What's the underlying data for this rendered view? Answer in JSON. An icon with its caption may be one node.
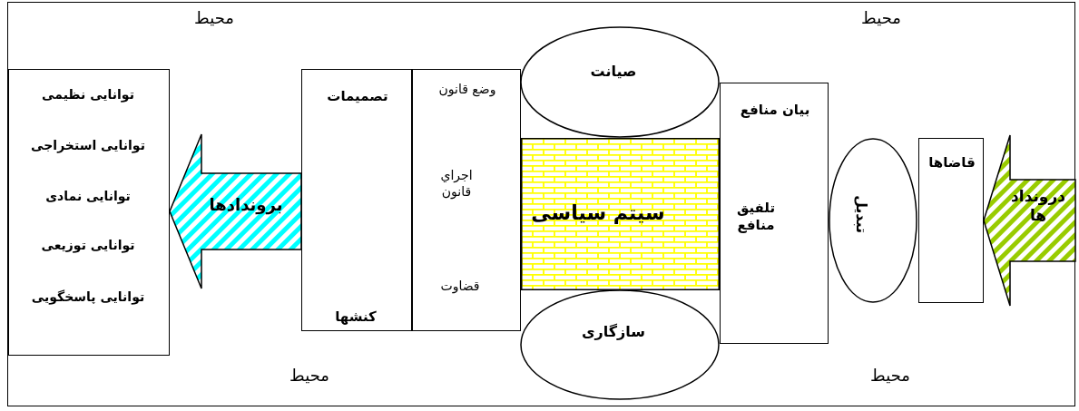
{
  "diagram": {
    "nodes": [
      {
        "text": [
          "محیط",
          "محیط",
          "محیط",
          "محیط"
        ]
      },
      {
        "text": [
          "توانایی نظیمی",
          "توانایی استخراجی",
          "توانایی نمادی",
          "توانایی توزیعی",
          "توانایی پاسخگویی"
        ],
        "in": 0
      },
      {
        "text": [
          "تصمیمات",
          "کنشها"
        ],
        "in": 0
      },
      {
        "text": [
          "وضع قانون",
          "اجراي قانون",
          "قضاوت"
        ],
        "in": 0
      },
      {
        "text": [
          "صیانت"
        ],
        "in": 0
      },
      {
        "text": [
          "سیتم سیاسی"
        ],
        "in": 0
      },
      {
        "text": [
          "سازگاری"
        ],
        "in": 0
      },
      {
        "text": [
          "بیان منافع",
          "تلفیق منافع"
        ],
        "in": 0
      },
      {
        "text": [
          "تبدیل"
        ],
        "in": 0
      },
      {
        "text": [
          "قاضاها"
        ],
        "in": 0
      }
    ],
    "edges": [
      {
        "from": 2,
        "to": 1,
        "arrow": "to",
        "label": "بروندادها",
        "color": "#00ffff"
      },
      {
        "from": null,
        "to": 9,
        "arrow": "to",
        "label": "درونداد ها",
        "color": "#99cc00"
      }
    ]
  }
}
